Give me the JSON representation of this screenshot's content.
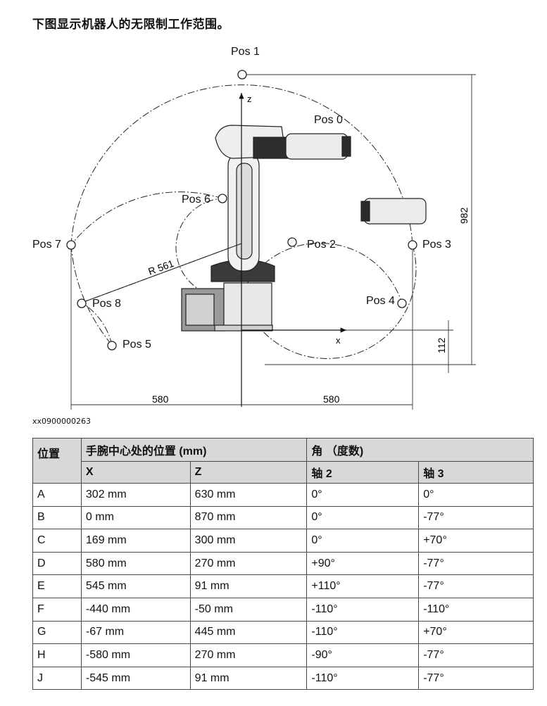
{
  "intro": "下图显示机器人的无限制工作范围。",
  "figure": {
    "positions": [
      "Pos 0",
      "Pos 1",
      "Pos 2",
      "Pos 3",
      "Pos 4",
      "Pos 5",
      "Pos 6",
      "Pos 7",
      "Pos 8"
    ],
    "axis_z": "z",
    "axis_x": "x",
    "radius_label": "R 561",
    "dim_left": "580",
    "dim_right": "580",
    "dim_height": "982",
    "dim_base": "112"
  },
  "figure_id": "xx0900000263",
  "table": {
    "header": {
      "position": "位置",
      "wrist_center": "手腕中心处的位置 (mm)",
      "angle": "角 （度数)",
      "x": "X",
      "z": "Z",
      "axis2": "轴 2",
      "axis3": "轴 3"
    },
    "rows": [
      {
        "pos": "A",
        "x": "302 mm",
        "z": "630 mm",
        "a2": "0°",
        "a3": "0°"
      },
      {
        "pos": "B",
        "x": "0 mm",
        "z": "870 mm",
        "a2": "0°",
        "a3": "-77°"
      },
      {
        "pos": "C",
        "x": "169 mm",
        "z": "300 mm",
        "a2": "0°",
        "a3": "+70°"
      },
      {
        "pos": "D",
        "x": "580 mm",
        "z": "270 mm",
        "a2": "+90°",
        "a3": "-77°"
      },
      {
        "pos": "E",
        "x": "545 mm",
        "z": "91 mm",
        "a2": "+110°",
        "a3": "-77°"
      },
      {
        "pos": "F",
        "x": "-440 mm",
        "z": "-50 mm",
        "a2": "-110°",
        "a3": "-110°"
      },
      {
        "pos": "G",
        "x": "-67 mm",
        "z": "445 mm",
        "a2": "-110°",
        "a3": "+70°"
      },
      {
        "pos": "H",
        "x": "-580 mm",
        "z": "270 mm",
        "a2": "-90°",
        "a3": "-77°"
      },
      {
        "pos": "J",
        "x": "-545 mm",
        "z": "91 mm",
        "a2": "-110°",
        "a3": "-77°"
      }
    ]
  }
}
